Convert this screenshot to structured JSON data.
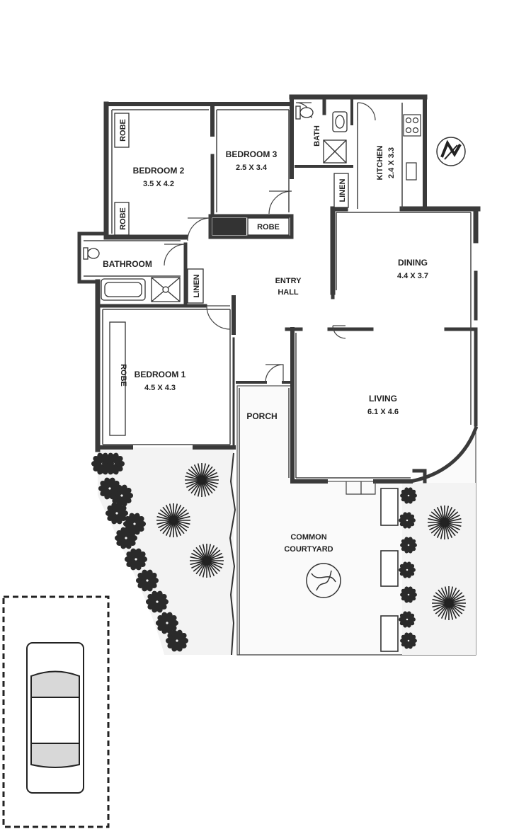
{
  "rooms": {
    "bedroom2": {
      "name": "BEDROOM 2",
      "dims": "3.5 X 4.2"
    },
    "bedroom3": {
      "name": "BEDROOM 3",
      "dims": "2.5 X 3.4"
    },
    "bedroom1": {
      "name": "BEDROOM 1",
      "dims": "4.5 X 4.3"
    },
    "bath": {
      "name": "BATH"
    },
    "kitchen": {
      "name": "KITCHEN",
      "dims": "2.4 X 3.3"
    },
    "bathroom": {
      "name": "BATHROOM"
    },
    "entry_hall": {
      "line1": "ENTRY",
      "line2": "HALL"
    },
    "dining": {
      "name": "DINING",
      "dims": "4.4 X 3.7"
    },
    "living": {
      "name": "LIVING",
      "dims": "6.1 X 4.6"
    },
    "porch": {
      "name": "PORCH"
    },
    "courtyard": {
      "line1": "COMMON",
      "line2": "COURTYARD"
    }
  },
  "storage": {
    "robe": "ROBE",
    "linen": "LINEN"
  },
  "colors": {
    "wall": "#3a3a3a",
    "outline": "#444444",
    "garden_fill": "#f3f3f3",
    "shrub": "#2a2a2a",
    "car_glass": "#d8d8d8"
  },
  "icons": [
    "north-arrow-icon",
    "car-icon",
    "toilet-icon",
    "shower-icon",
    "bathtub-icon",
    "sink-icon",
    "stove-icon",
    "tree-icon",
    "shrub-icon",
    "planter-icon"
  ]
}
